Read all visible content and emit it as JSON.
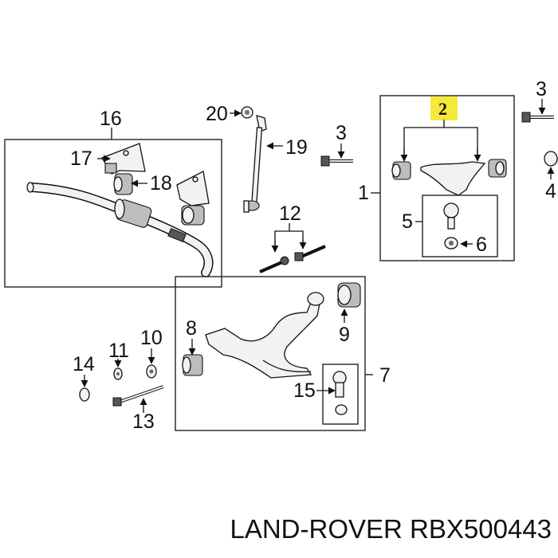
{
  "callouts": {
    "c1": "1",
    "c2": "2",
    "c3a": "3",
    "c3b": "3",
    "c4": "4",
    "c5": "5",
    "c6": "6",
    "c7": "7",
    "c8": "8",
    "c9": "9",
    "c10": "10",
    "c11": "11",
    "c12": "12",
    "c13": "13",
    "c14": "14",
    "c15": "15",
    "c16": "16",
    "c17": "17",
    "c18": "18",
    "c19": "19",
    "c20": "20"
  },
  "caption": "LAND-ROVER RBX500443",
  "colors": {
    "highlight": "#f5e93a",
    "line": "#111111",
    "part_fill": "#f2f2f2"
  }
}
